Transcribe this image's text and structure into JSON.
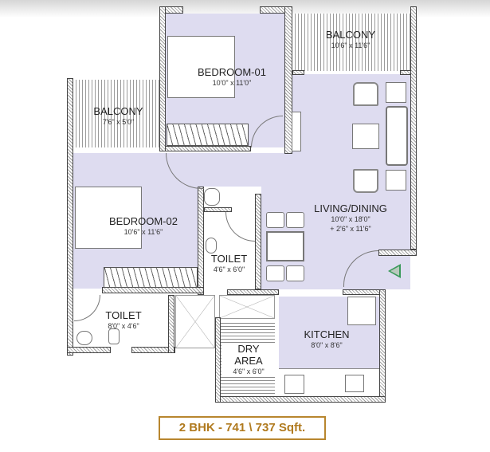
{
  "plan": {
    "title": "2 BHK - 741 \\ 737 Sqft.",
    "rooms": [
      {
        "name": "BEDROOM-01",
        "size": "10'0\" x 11'0\""
      },
      {
        "name": "BALCONY",
        "size": "10'6\" x 11'6\""
      },
      {
        "name": "BALCONY",
        "size": "7'6\" x 5'0\""
      },
      {
        "name": "BEDROOM-02",
        "size": "10'6\" x 11'6\""
      },
      {
        "name": "TOILET",
        "size": "4'6\" x 6'0\""
      },
      {
        "name": "LIVING/DINING",
        "size": "10'0\" x 18'0\"",
        "size_extra": "+ 2'6\" x 11'6\""
      },
      {
        "name": "TOILET",
        "size": "8'0\" x 4'6\""
      },
      {
        "name": "DRY",
        "name2": "AREA",
        "size": "4'6\" x 6'0\""
      },
      {
        "name": "KITCHEN",
        "size": "8'0\" x 8'6\""
      }
    ],
    "entry_marker": "entry-arrow",
    "colors": {
      "room_fill": "#dedcf0",
      "badge_text": "#b07a1e",
      "badge_border": "#b8862e",
      "entry_arrow": "#3a9a5a"
    }
  }
}
